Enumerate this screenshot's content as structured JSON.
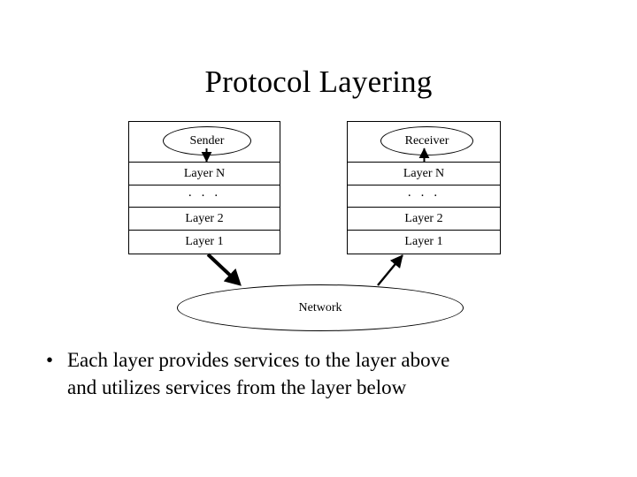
{
  "slide": {
    "title": "Protocol Layering",
    "background_color": "#ffffff",
    "line_color": "#000000",
    "text_color": "#000000"
  },
  "diagram": {
    "sender": {
      "endpoint_label": "Sender",
      "arrow_direction": "down",
      "rows": [
        {
          "label": "Layer N"
        },
        {
          "label": "· · ·"
        },
        {
          "label": "Layer 2"
        },
        {
          "label": "Layer 1"
        }
      ]
    },
    "receiver": {
      "endpoint_label": "Receiver",
      "arrow_direction": "up",
      "rows": [
        {
          "label": "Layer N"
        },
        {
          "label": "· · ·"
        },
        {
          "label": "Layer 2"
        },
        {
          "label": "Layer 1"
        }
      ]
    },
    "network": {
      "label": "Network"
    },
    "connections": [
      {
        "from": "sender-layer-1",
        "to": "network",
        "style": "thick"
      },
      {
        "from": "network",
        "to": "receiver-layer-1",
        "style": "thin"
      }
    ]
  },
  "body": {
    "bullets": [
      {
        "marker": "•",
        "line1": "Each layer provides services to the layer above",
        "line2": "and utilizes services from the layer below"
      }
    ]
  }
}
